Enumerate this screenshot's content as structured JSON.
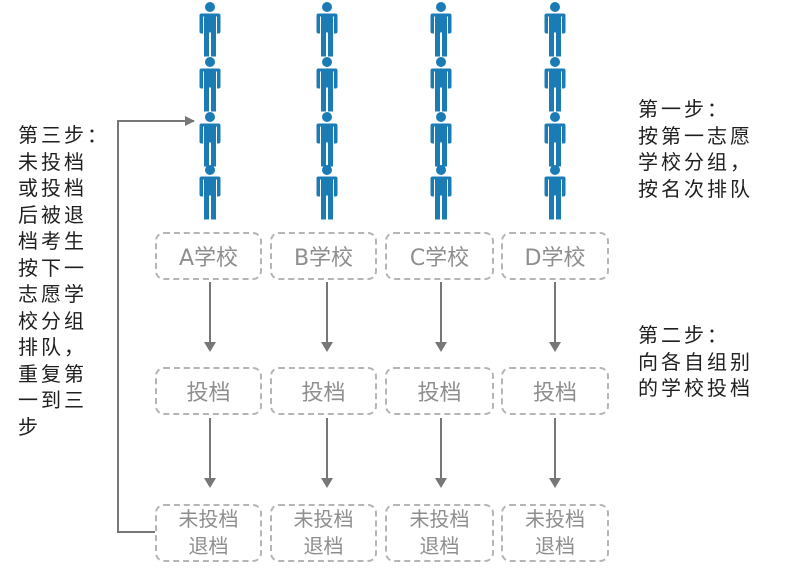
{
  "schools": [
    {
      "school_label": "A学校",
      "submit_label": "投档",
      "result_lines": [
        "未投档",
        "退档"
      ]
    },
    {
      "school_label": "B学校",
      "submit_label": "投档",
      "result_lines": [
        "未投档",
        "退档"
      ]
    },
    {
      "school_label": "C学校",
      "submit_label": "投档",
      "result_lines": [
        "未投档",
        "退档"
      ]
    },
    {
      "school_label": "D学校",
      "submit_label": "投档",
      "result_lines": [
        "未投档",
        "退档"
      ]
    }
  ],
  "steps": {
    "step1": [
      "第一步：",
      "按第一志愿",
      "学校分组，",
      "按名次排队"
    ],
    "step2": [
      "第二步：",
      "向各自组别",
      "的学校投档"
    ],
    "step3": [
      "第三步：",
      "未投档",
      "或投档",
      "后被退",
      "档考生",
      "按下一",
      "志愿学",
      "校分组",
      "排队，",
      "重复第",
      "一到三",
      "步"
    ]
  },
  "people_per_group": 4,
  "icons": {
    "person": "person-icon",
    "arrow": "arrow-down-icon"
  },
  "colors": {
    "person": "#1a7bb5",
    "box_border": "#b5b5b5",
    "box_text": "#8e8e8e",
    "arrow": "#777777",
    "note_text": "#1f1f1f"
  }
}
